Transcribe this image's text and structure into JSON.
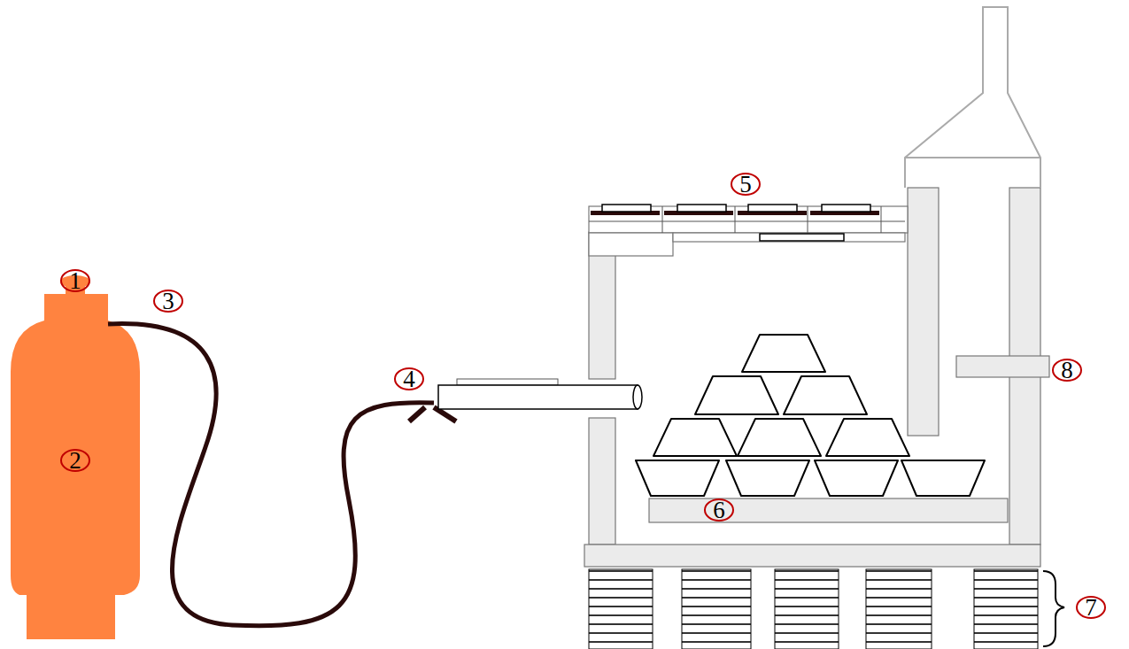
{
  "diagram": {
    "labels": [
      "1",
      "3",
      "2",
      "4",
      "5",
      "8",
      "6",
      "7"
    ]
  }
}
